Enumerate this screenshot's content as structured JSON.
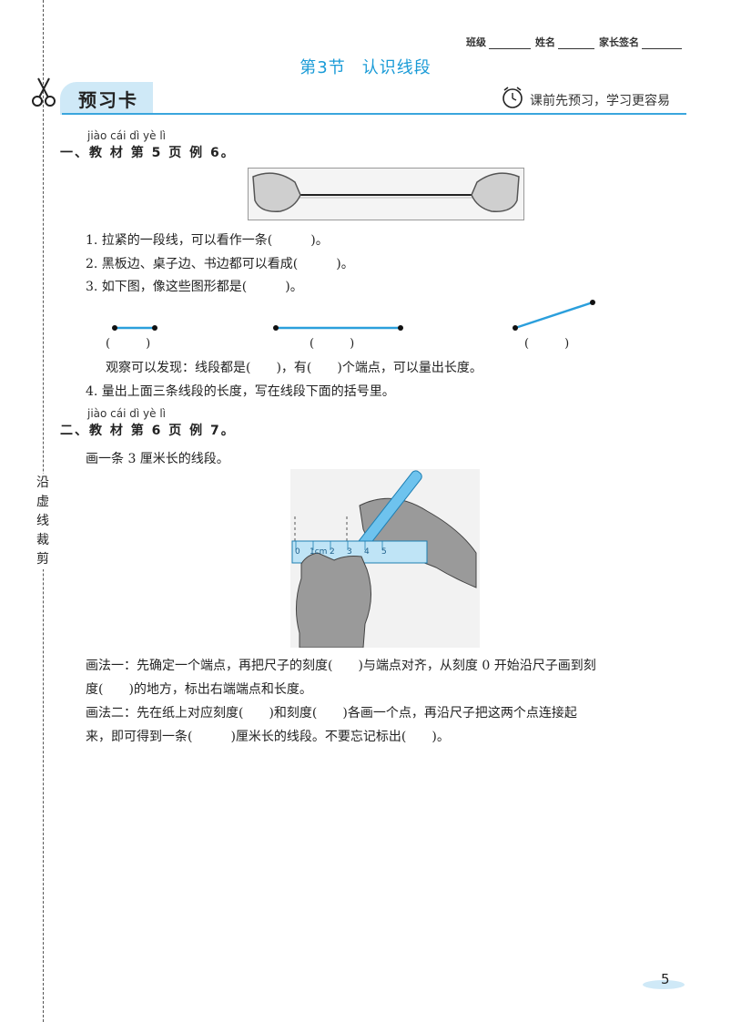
{
  "header": {
    "class_label": "班级",
    "name_label": "姓名",
    "parent_label": "家长签名",
    "section_no": "第3节",
    "section_name": "认识线段"
  },
  "banner": {
    "tab": "预习卡",
    "slogan": "课前先预习，学习更容易"
  },
  "cut_text": [
    "沿",
    "虚",
    "线",
    "裁",
    "剪"
  ],
  "part1": {
    "pinyin": "jiào cái dì  yè lì",
    "heading": "一、教 材 第 5 页 例 6。",
    "items": [
      "1. 拉紧的一段线，可以看作一条(　　　)。",
      "2. 黑板边、桌子边、书边都可以看成(　　　)。",
      "3. 如下图，像这些图形都是(　　　)。"
    ],
    "observe": "观察可以发现：线段都是(　　)，有(　　)个端点，可以量出长度。",
    "item4": "4. 量出上面三条线段的长度，写在线段下面的括号里。",
    "blank_paren": "(　　　)"
  },
  "part2": {
    "pinyin": "jiào cái dì  yè lì",
    "heading": "二、教 材 第 6 页 例 7。",
    "task": "画一条 3 厘米长的线段。",
    "ruler_ticks": [
      "0",
      "1cm",
      "2",
      "3",
      "4",
      "5"
    ],
    "method1_line1": "画法一：先确定一个端点，再把尺子的刻度(　　)与端点对齐，从刻度 0 开始沿尺子画到刻",
    "method1_line2": "度(　　)的地方，标出右端端点和长度。",
    "method2_line1": "画法二：先在纸上对应刻度(　　)和刻度(　　)各画一个点，再沿尺子把这两个点连接起",
    "method2_line2": "来，即可得到一条(　　　)厘米长的线段。不要忘记标出(　　)。"
  },
  "page_number": "5",
  "colors": {
    "accent": "#1a9bd7",
    "tab_bg": "#cfe9f7",
    "segment": "#2b9fdc"
  }
}
